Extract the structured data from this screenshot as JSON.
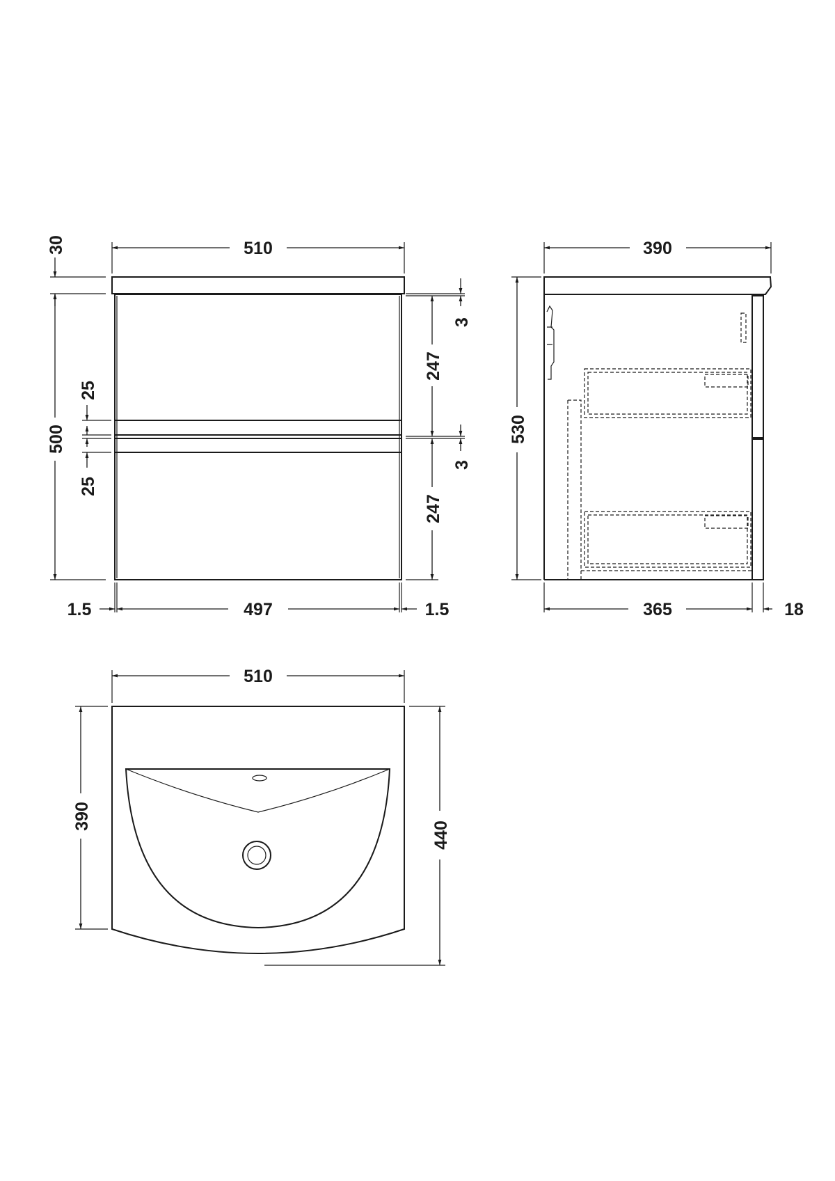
{
  "front_view": {
    "overall_width": "510",
    "top_thickness": "30",
    "body_height": "500",
    "upper_gap": "3",
    "upper_drawer_height": "247",
    "lower_gap": "3",
    "lower_drawer_height": "247",
    "upper_rail": "25",
    "lower_rail": "25",
    "left_side": "1.5",
    "inner_width": "497",
    "right_side": "1.5"
  },
  "side_view": {
    "overall_depth": "390",
    "overall_height": "530",
    "carcass_depth": "365",
    "door_thickness": "18"
  },
  "top_view": {
    "width": "510",
    "side_depth": "390",
    "centre_depth": "440"
  }
}
